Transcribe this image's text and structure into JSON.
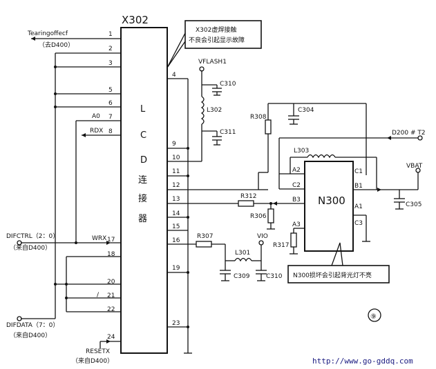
{
  "connector": {
    "ref": "X302",
    "name_chars": [
      "L",
      "C",
      "D",
      "连",
      "接",
      "器"
    ],
    "pins": [
      "1",
      "2",
      "3",
      "4",
      "5",
      "6",
      "7",
      "8",
      "9",
      "10",
      "11",
      "12",
      "13",
      "14",
      "15",
      "16",
      "17",
      "18",
      "19",
      "20",
      "21",
      "22",
      "23",
      "24"
    ]
  },
  "ic": {
    "ref": "N300",
    "pins": [
      "A2",
      "C2",
      "C1",
      "B1",
      "B3",
      "A1",
      "A3",
      "C3"
    ]
  },
  "left_signals": {
    "tearing": "Tearingoffecf",
    "tearing_dest": "（去D400）",
    "a0": "A0",
    "rdx": "RDX",
    "difctrl": "DIFCTRL（2：0）",
    "difctrl_src": "（来自D400）",
    "wrx": "WRX",
    "difdata": "DIFDATA（7：0）",
    "difdata_src": "（来自D400）",
    "resetx": "RESETX",
    "resetx_src": "（来自D400）",
    "slash": "/"
  },
  "components": {
    "vflash": "VFLASH1",
    "c310a": "C310",
    "l302": "L302",
    "c311": "C311",
    "r308": "R308",
    "c304": "C304",
    "d200": "D200 # T2",
    "l303": "L303",
    "vbat": "VBAT",
    "r312": "R312",
    "r306": "R306",
    "c305": "C305",
    "r317": "R317",
    "r307": "R307",
    "l301": "L301",
    "vio": "VIO",
    "c309": "C309",
    "c310b": "C310"
  },
  "callouts": {
    "x302_line1": "X302虚焊接触",
    "x302_line2": "不良会引起显示故障",
    "n300": "N300损坏会引起背光灯不亮"
  },
  "figure_no": "⑨",
  "website": "http://www.go-gddq.com"
}
